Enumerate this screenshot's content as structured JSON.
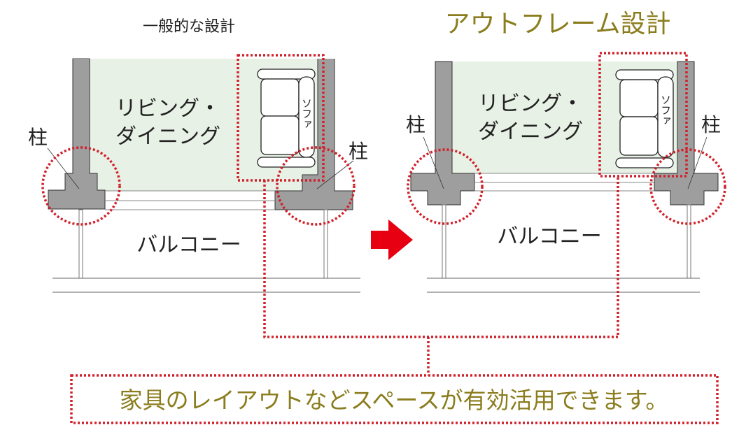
{
  "left": {
    "title": "一般的な設計",
    "room_line1": "リビング・",
    "room_line2": "ダイニング",
    "sofa": "ソファ",
    "column_left": "柱",
    "column_right": "柱",
    "balcony": "バルコニー"
  },
  "right": {
    "title": "アウトフレーム設計",
    "room_line1": "リビング・",
    "room_line2": "ダイニング",
    "sofa": "ソファ",
    "column_left": "柱",
    "column_right": "柱",
    "balcony": "バルコニー"
  },
  "caption": "家具のレイアウトなどスペースが有効活用できます。",
  "colors": {
    "accent_red": "#d0202a",
    "olive": "#8b7d1e",
    "wall": "#9e9e9e",
    "room": "#e8f1e6"
  }
}
